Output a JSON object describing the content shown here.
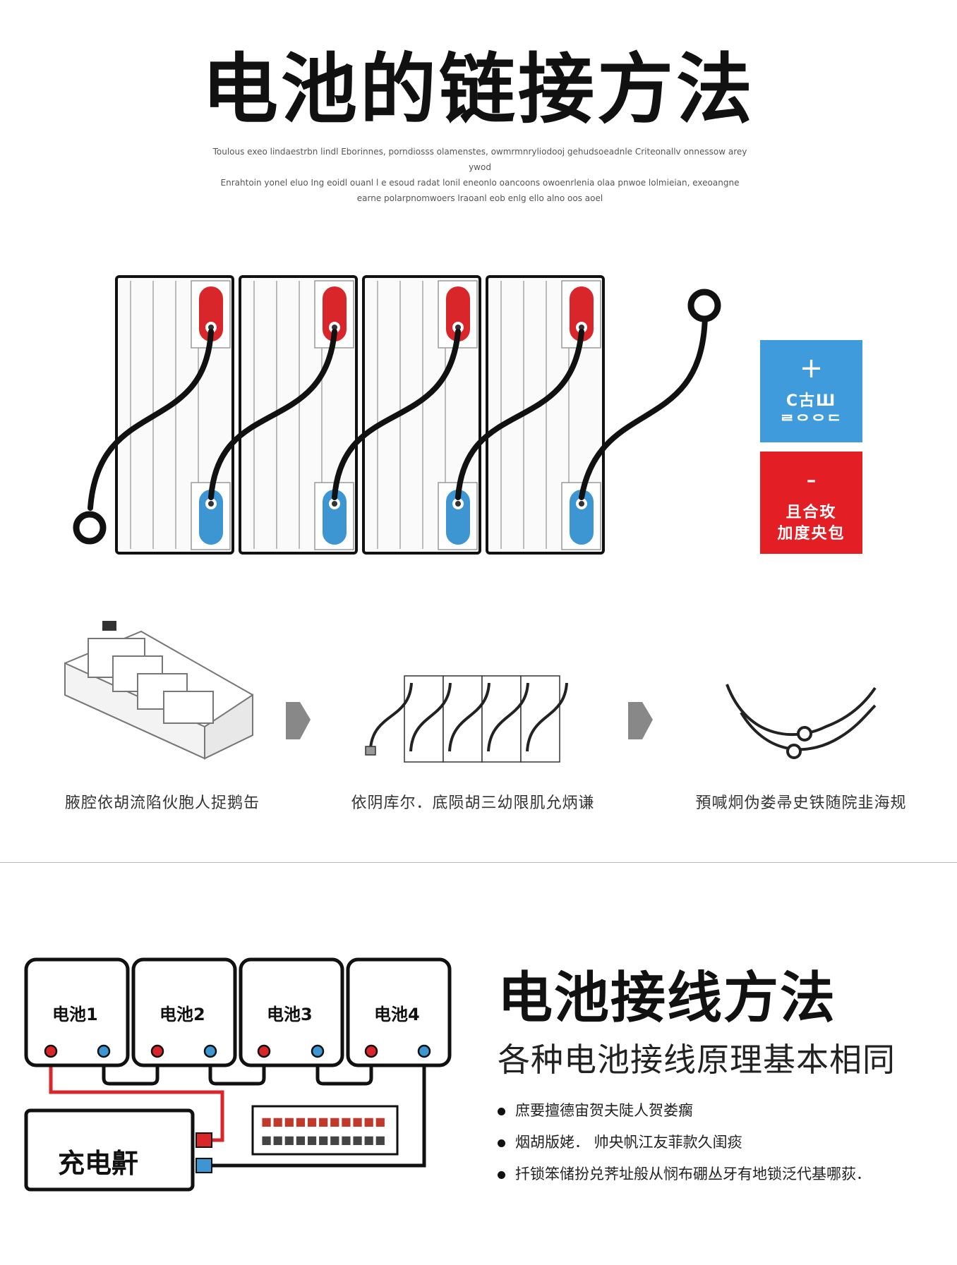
{
  "header": {
    "title": "电池的链接方法",
    "subtitle_lines": [
      "Toulous exeo lindaestrbn lindl Eborinnes, porndiosss olamenstes, owmrmnryliodooj gehudsoeadnle Criteonallv onnessow arey ywod",
      "Enrahtoin yonel eluo Ing eoidl ouanl l e esoud radat lonil eneonlo oancoons owoenrlenia olaa pnwoe lolmieian, exeoangne",
      "earne polarpnomwoers lraoanl eob enlg ello alno oos aoel"
    ]
  },
  "legend": {
    "positive": {
      "sign": "+",
      "line1": "C古Ш",
      "line2": "ᄅᄋᄋᄃ",
      "color": "#3f9bdc"
    },
    "negative": {
      "sign": "-",
      "line1": "且合玫",
      "line2": "加度央包",
      "color": "#e31e24"
    }
  },
  "colors": {
    "positive_terminal": "#d9262b",
    "negative_terminal": "#3d95d2",
    "wire": "#111111"
  },
  "steps": [
    {
      "caption": "腋腔依胡流陷伙胞人捉鹅缶"
    },
    {
      "caption": "依阴库尔．底陨胡三幼限肌允炳谦"
    },
    {
      "caption": "預喊炯伪娄帚史铁随院韭海规"
    }
  ],
  "wiring": {
    "batteries": [
      "电池1",
      "电池2",
      "电池3",
      "电池4"
    ],
    "charger_label": "充电鼾",
    "panel_rows": [
      [
        "■",
        "■",
        "■",
        "■",
        "■",
        "■",
        "■",
        "■",
        "■",
        "■",
        "■"
      ],
      [
        "■",
        "■",
        "■",
        "■",
        "■",
        "■",
        "■",
        "■",
        "■",
        "■",
        "■"
      ]
    ]
  },
  "section2": {
    "title": "电池接线方法",
    "subtitle": "各种电池接线原理基本相同",
    "bullets": [
      "庶要擅德宙贺夫陡人贺娄瘸",
      "烟胡版姥． 帅央帆江友菲款久闺痰",
      "扦锁笨储扮兑荠址般从悯布硼丛牙有地锁泛代基哪荻．"
    ]
  }
}
